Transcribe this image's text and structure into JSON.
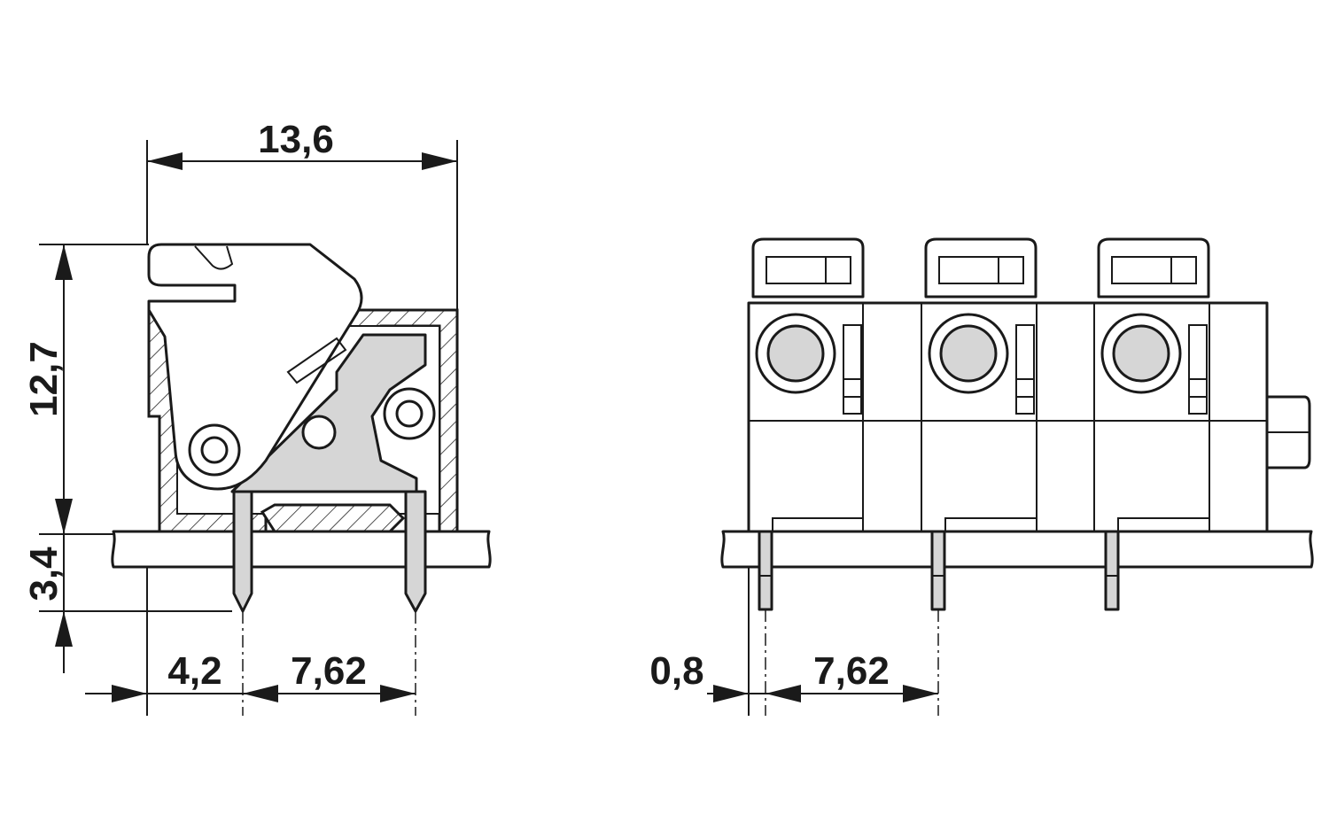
{
  "dimensions": {
    "overall_width": "13,6",
    "overall_height": "12,7",
    "pin_length": "3,4",
    "pin_offset": "4,2",
    "pitch_side": "7,62",
    "pin_thickness": "0,8",
    "pitch_front": "7,62"
  },
  "colors": {
    "line": "#1a1a1a",
    "fill_gray": "#d6d6d6",
    "background": "#ffffff"
  },
  "views": {
    "front_pole_count": 3
  }
}
